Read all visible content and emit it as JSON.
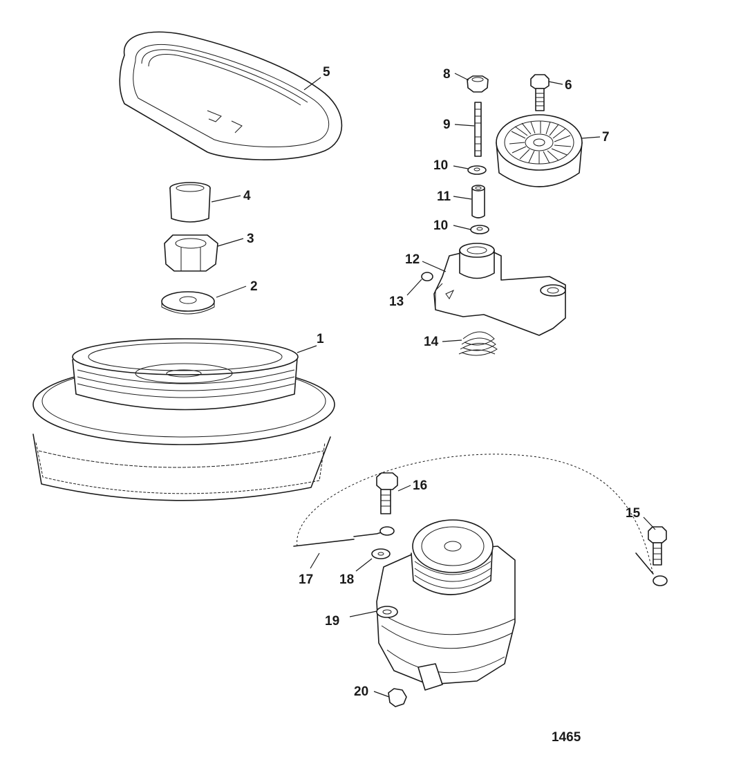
{
  "callouts": [
    "1",
    "2",
    "3",
    "4",
    "5",
    "6",
    "7",
    "8",
    "9",
    "10",
    "10",
    "11",
    "12",
    "13",
    "14",
    "15",
    "16",
    "17",
    "18",
    "19",
    "20"
  ],
  "figure_number": "1465"
}
